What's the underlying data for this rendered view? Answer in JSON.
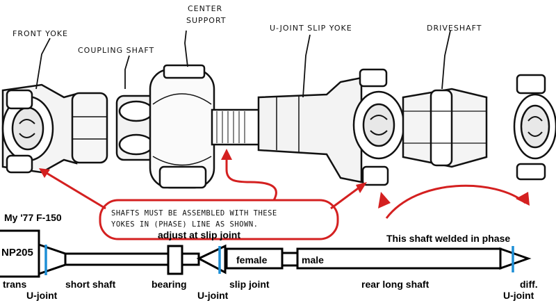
{
  "diagram_labels": {
    "front_yoke": "FRONT YOKE",
    "center_support_line1": "CENTER",
    "center_support_line2": "SUPPORT",
    "coupling_shaft": "COUPLING SHAFT",
    "u_joint_slip_yoke": "U-JOINT SLIP YOKE",
    "driveshaft": "DRIVESHAFT"
  },
  "note_box": {
    "line1": "SHAFTS MUST BE ASSEMBLED WITH THESE",
    "line2": "YOKES IN (PHASE) LINE AS SHOWN."
  },
  "annotations": {
    "vehicle": "My '77 F-150",
    "adjust": "adjust at slip joint",
    "welded": "This shaft welded in phase"
  },
  "schematic": {
    "transfer_case": "NP205",
    "female": "female",
    "male": "male",
    "labels": {
      "trans": "trans",
      "ujoint_left": "U-joint",
      "short_shaft": "short shaft",
      "bearing": "bearing",
      "ujoint_mid": "U-joint",
      "slip_joint": "slip joint",
      "rear_long_shaft": "rear long shaft",
      "diff": "diff.",
      "ujoint_right": "U-joint"
    }
  },
  "colors": {
    "annotation_red": "#d42020",
    "ujoint_blue": "#1e8fd6",
    "ink": "#111111"
  }
}
